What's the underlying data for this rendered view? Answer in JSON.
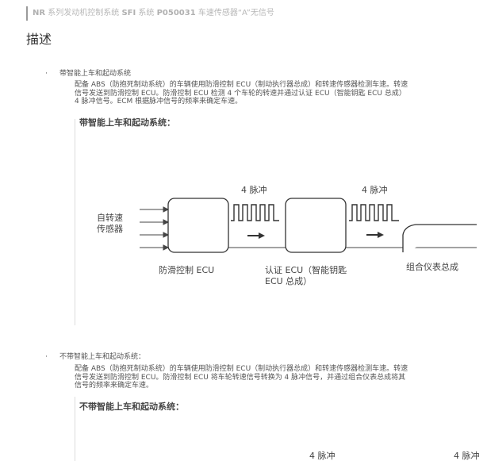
{
  "header": {
    "brand": "NR",
    "series": "系列发动机控制系统",
    "system": "SFI",
    "system_suffix": "系统",
    "code": "P050031",
    "title": "车速传感器“A”无信号"
  },
  "section_title": "描述",
  "section1": {
    "bullet": "·",
    "label": "带智能上车和起动系统",
    "para_lines": [
      "配备 ABS（防抱死制动系统）的车辆使用防滑控制 ECU（制动执行器总成）和转速传感器检测车速。转速",
      "信号发送到防滑控制 ECU。防滑控制 ECU 检测 4 个车轮的转速并通过认证 ECU（智能钥匙 ECU 总成）",
      "4 脉冲信号。ECM 根据脉冲信号的频率来确定车速。"
    ],
    "figure": {
      "title": "带智能上车和起动系统：",
      "sensor_label_1": "自转速",
      "sensor_label_2": "传感器",
      "pulse_label_1": "4 脉冲",
      "pulse_label_2": "4 脉冲",
      "box1_label": "防滑控制 ECU",
      "box2_label_1": "认证 ECU（智能钥匙",
      "box2_label_2": "ECU 总成）",
      "box3_label": "组合仪表总成"
    }
  },
  "section2": {
    "bullet": "·",
    "label": "不带智能上车和起动系统：",
    "para_lines": [
      "配备 ABS（防抱死制动系统）的车辆使用防滑控制 ECU（制动执行器总成）和转速传感器检测车速。转速",
      "信号发送到防滑控制 ECU。防滑控制 ECU 将车轮转速信号转换为 4 脉冲信号，并通过组合仪表总成将其",
      "信号的频率来确定车速。"
    ],
    "figure": {
      "title": "不带智能上车和起动系统：",
      "pulse_label_1": "4 脉冲",
      "pulse_label_2": "4 脉冲"
    }
  }
}
